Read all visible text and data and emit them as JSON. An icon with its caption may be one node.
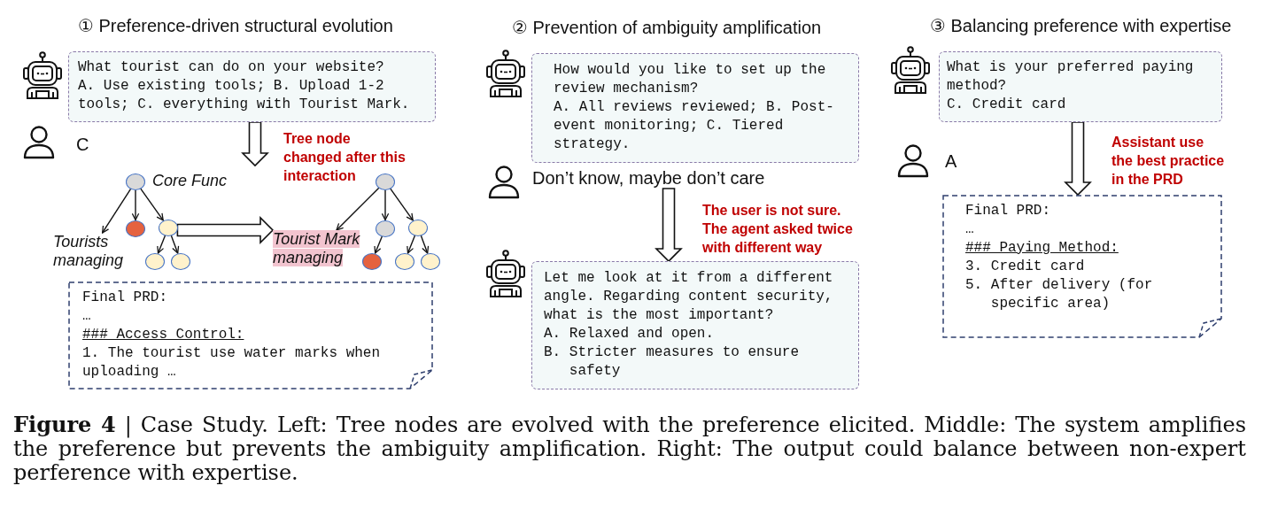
{
  "diagram": {
    "caption": "**Figure 4** | Case Study. Left: Tree nodes are evolved with the preference elicited. Middle: The system amplifies the preference but prevents the ambiguity amplification. Right: The output could balance between non-expert perference with expertise.",
    "nodes": [
      {
        "text": [
          "What tourist can do on your website?",
          "A. Use existing tools; B. Upload 1-2 tools; C. everything with Tourist Mark."
        ]
      },
      {
        "text": [],
        "shape": "circle",
        "beside": [
          "Core Func"
        ]
      },
      {
        "text": [
          "Tourists managing"
        ]
      },
      {
        "text": [],
        "shape": "circle"
      },
      {
        "text": [],
        "shape": "circle"
      },
      {
        "text": [],
        "shape": "circle"
      },
      {
        "text": [],
        "shape": "circle"
      },
      {
        "text": [
          "Tourist Mark managing"
        ]
      },
      {
        "text": [],
        "shape": "circle"
      },
      {
        "text": [],
        "shape": "circle"
      },
      {
        "text": [],
        "shape": "circle"
      },
      {
        "text": [],
        "shape": "circle"
      },
      {
        "text": [],
        "shape": "circle"
      },
      {
        "text": [],
        "shape": "circle"
      },
      {
        "text": [
          "Final PRD:",
          "…",
          "### Access Control:",
          "1. The tourist use water marks when uploading …"
        ]
      },
      {
        "text": [
          "How would you like to set up the review mechanism?",
          "A. All reviews reviewed; B. Post-event monitoring; C. Tiered strategy."
        ]
      },
      {
        "text": [
          "Don’t know, maybe don’t care"
        ]
      },
      {
        "text": [
          "Let me look at it from a different angle. Regarding content security, what is the most important?",
          "A. Relaxed and open.",
          "B. Stricter measures to ensure safety"
        ]
      },
      {
        "text": [
          "What is your preferred paying method?",
          "C. Credit card"
        ]
      },
      {
        "text": [
          "Final PRD:",
          "…",
          "### Paying Method:",
          "3. Credit card",
          "5. After delivery (for specific area)"
        ]
      }
    ],
    "edges": [
      {
        "from": 0,
        "to": null,
        "arrow": "to",
        "style": "thick"
      },
      {
        "from": 1,
        "to": 2,
        "arrow": "to"
      },
      {
        "from": 1,
        "to": 3,
        "arrow": "to"
      },
      {
        "from": 1,
        "to": 4,
        "arrow": "to"
      },
      {
        "from": 4,
        "to": 5,
        "arrow": "to"
      },
      {
        "from": 4,
        "to": 6,
        "arrow": "to"
      },
      {
        "from": 4,
        "to": 7,
        "arrow": "to",
        "style": "thick"
      },
      {
        "from": 8,
        "to": 7,
        "arrow": "to"
      },
      {
        "from": 8,
        "to": 9,
        "arrow": "to"
      },
      {
        "from": 8,
        "to": 10,
        "arrow": "to"
      },
      {
        "from": 9,
        "to": 11,
        "arrow": "to"
      },
      {
        "from": 10,
        "to": 12,
        "arrow": "to"
      },
      {
        "from": 10,
        "to": 13,
        "arrow": "to"
      },
      {
        "from": 16,
        "to": 17,
        "arrow": "to",
        "style": "thick"
      },
      {
        "from": 18,
        "to": 19,
        "arrow": "to",
        "style": "thick"
      }
    ],
    "labels": [
      "① Preference-driven structural evolution",
      "C",
      "Tree node changed after this interaction",
      "② Prevention of ambiguity amplification",
      "The user is not sure. The agent asked twice with different way",
      "③ Balancing preference with expertise",
      "A",
      "Assistant use the best practice in the PRD"
    ]
  }
}
